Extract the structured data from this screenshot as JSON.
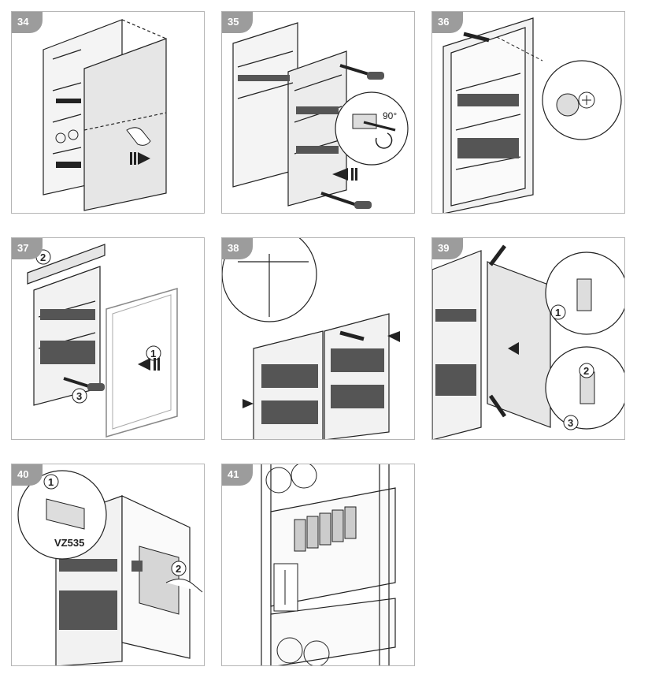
{
  "steps": [
    {
      "number": "34"
    },
    {
      "number": "35",
      "angle_label": "90°"
    },
    {
      "number": "36"
    },
    {
      "number": "37",
      "callouts": [
        "2",
        "1",
        "3"
      ]
    },
    {
      "number": "38"
    },
    {
      "number": "39",
      "callouts": [
        "1",
        "2",
        "3"
      ]
    },
    {
      "number": "40",
      "callouts": [
        "1",
        "2"
      ],
      "part_label": "VZ535"
    },
    {
      "number": "41"
    }
  ],
  "colors": {
    "badge": "#9c9c9c",
    "border": "#b5b5b5",
    "line": "#222222",
    "panel_fill": "#e6e6e6"
  }
}
